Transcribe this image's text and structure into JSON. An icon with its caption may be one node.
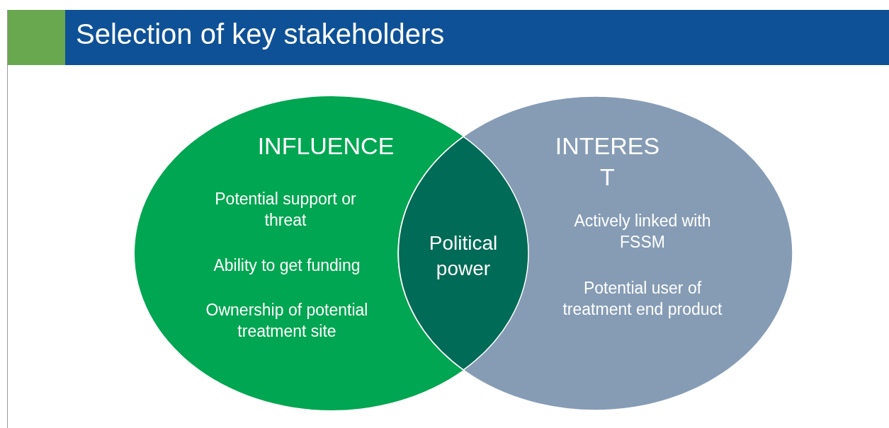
{
  "diagram": {
    "title": "Selection of key stakeholders",
    "nodes": [
      {
        "text": [
          "INFLUENCE",
          "Potential support or threat",
          "Ability to get funding",
          "Ownership of potential treatment site"
        ]
      },
      {
        "text": [
          "INTERES T",
          "Actively linked with FSSM",
          "Potential user of treatment end product"
        ]
      },
      {
        "text": [
          "Political power"
        ]
      }
    ],
    "edges": []
  }
}
